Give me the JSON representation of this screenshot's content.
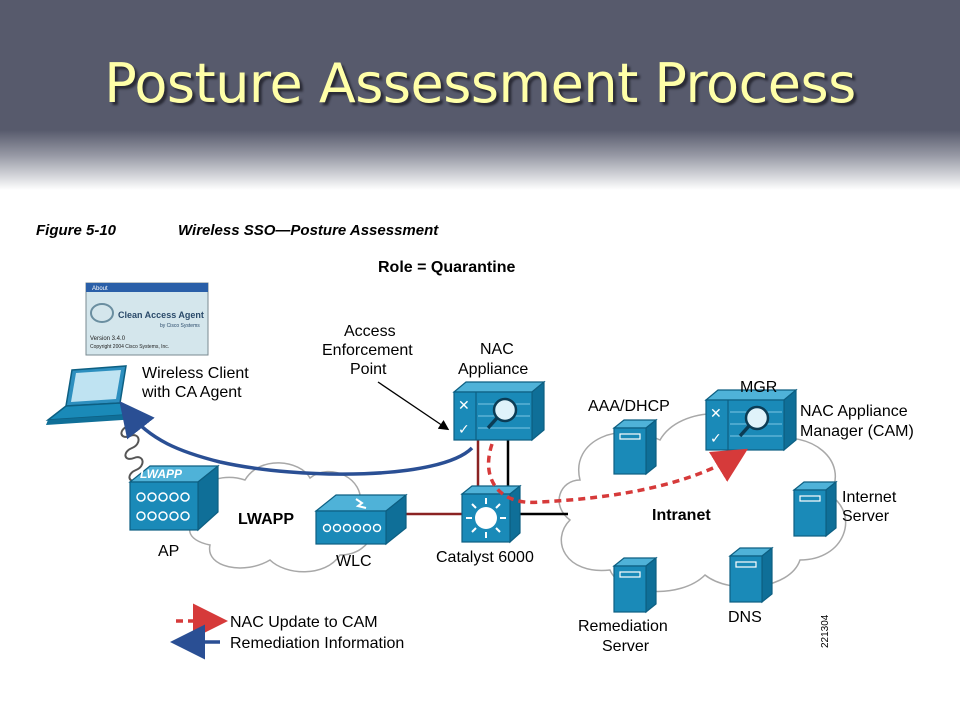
{
  "slide": {
    "title": "Posture Assessment Process"
  },
  "figure": {
    "number": "Figure 5-10",
    "caption": "Wireless SSO—Posture Assessment",
    "role": "Role = Quarantine",
    "figure_id": "221304"
  },
  "agent_window": {
    "title": "About",
    "product": "Clean Access Agent",
    "by": "by Cisco Systems",
    "version": "Version 3.4.0",
    "copyright": "Copyright 2004 Cisco Systems, Inc."
  },
  "labels": {
    "client_line1": "Wireless Client",
    "client_line2": "with CA Agent",
    "aep_line1": "Access",
    "aep_line2": "Enforcement",
    "aep_line3": "Point",
    "nac_line1": "NAC",
    "nac_line2": "Appliance",
    "mgr": "MGR",
    "cam_line1": "NAC Appliance",
    "cam_line2": "Manager (CAM)",
    "aaa": "AAA/DHCP",
    "lwapp_badge": "LWAPP",
    "ap": "AP",
    "lwapp_cloud": "LWAPP",
    "wlc": "WLC",
    "catalyst": "Catalyst 6000",
    "intranet": "Intranet",
    "internet_line1": "Internet",
    "internet_line2": "Server",
    "remediation_line1": "Remediation",
    "remediation_line2": "Server",
    "dns": "DNS"
  },
  "legend": [
    {
      "label": "NAC Update to CAM",
      "color": "#d63a3a",
      "style": "dashed"
    },
    {
      "label": "Remediation Information",
      "color": "#2a4f94",
      "style": "solid"
    }
  ],
  "colors": {
    "device": "#1a8ab8",
    "red_arrow": "#d63a3a",
    "blue_arrow": "#2a4f94"
  }
}
